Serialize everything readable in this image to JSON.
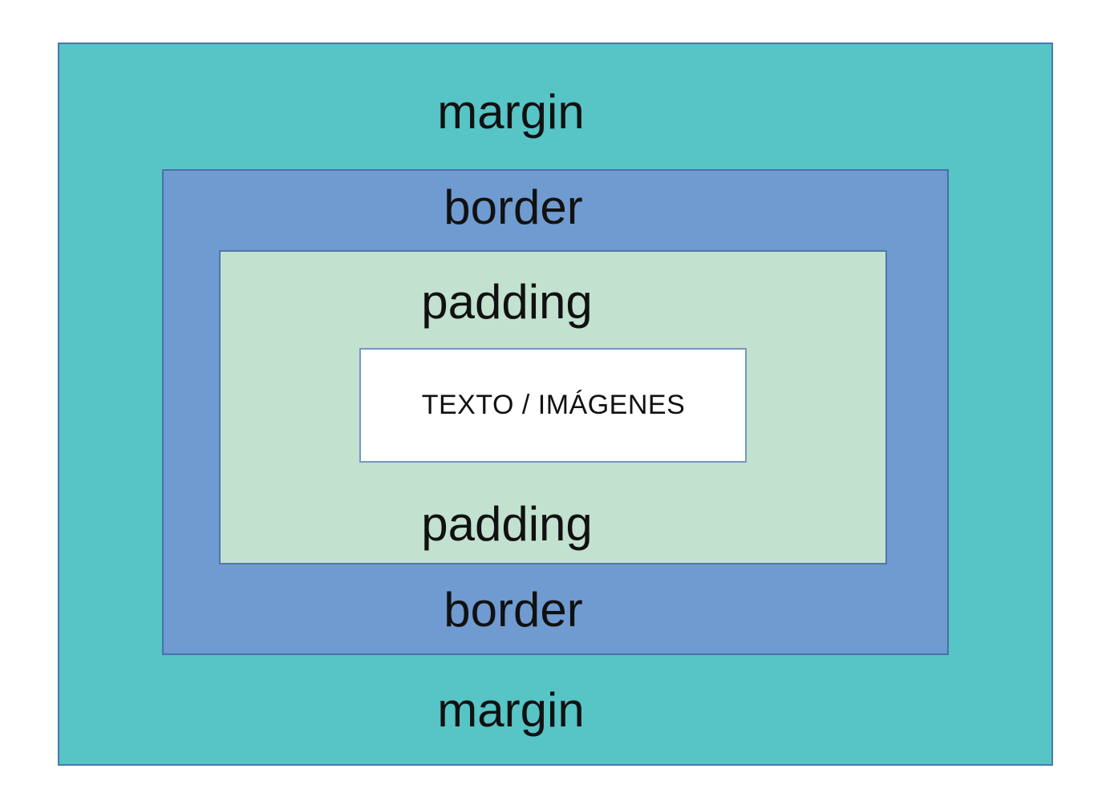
{
  "diagram": {
    "type": "css-box-model",
    "labels": {
      "margin_top": "margin",
      "border_top": "border",
      "padding_top": "padding",
      "content": "TEXTO / IMÁGENES",
      "padding_bottom": "padding",
      "border_bottom": "border",
      "margin_bottom": "margin"
    },
    "colors": {
      "page_bg": "#ffffff",
      "margin_fill": "#57C4C6",
      "margin_stroke": "#4A78B0",
      "border_fill": "#6F9BD0",
      "border_stroke": "#4A70A8",
      "padding_fill": "#C2E1CF",
      "padding_stroke": "#4F78A8",
      "content_fill": "#FFFFFF",
      "content_stroke": "#7396C8",
      "text": "#111111"
    }
  }
}
